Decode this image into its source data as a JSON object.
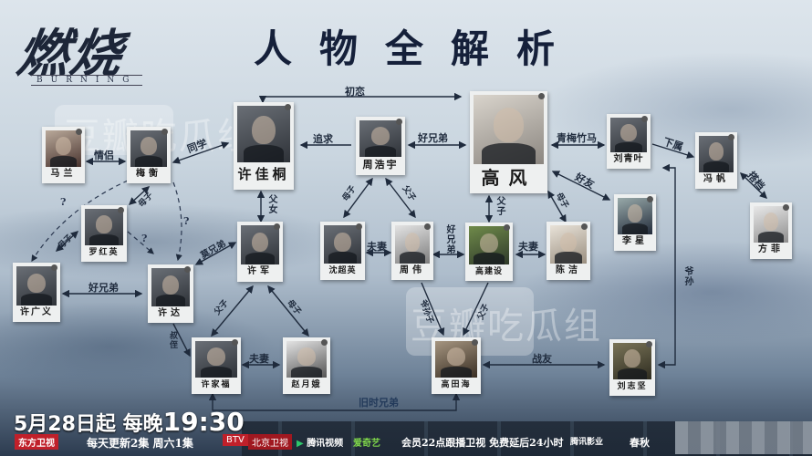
{
  "header": {
    "logo_cn": "燃烧",
    "logo_en": "BURNING",
    "title": "人物全解析"
  },
  "watermarks": [
    "豆瓣吃瓜组",
    "豆瓣吃瓜组",
    "豆瓣"
  ],
  "characters": {
    "xu_jiatong": "许佳桐",
    "zhou_haoyu": "周浩宇",
    "gao_feng": "高风",
    "liu_qingye": "刘青叶",
    "feng_fan": "冯帆",
    "fang_fei": "方菲",
    "li_xing": "李星",
    "ma_lan": "马兰",
    "mei_heng": "梅衡",
    "luo_hongying": "罗红英",
    "xu_guangyi": "许广义",
    "xu_da": "许达",
    "xu_jun": "许军",
    "shen_chaoying": "沈超英",
    "zhou_wei": "周伟",
    "gao_jianshe": "高建设",
    "chen_jie": "陈洁",
    "xu_jiafu": "许家福",
    "zhao_yuee": "赵月娥",
    "gao_tianhai": "高田海",
    "liu_zhijian": "刘志坚"
  },
  "relations": {
    "first_love": "初恋",
    "pursue": "追求",
    "good_brothers": "好兄弟",
    "childhood_sweethearts": "青梅竹马",
    "subordinate": "下属",
    "partner": "搭档",
    "good_friend": "好友",
    "lovers": "情侣",
    "classmates": "同学",
    "mother_son_a": "母子",
    "mother_son_b": "母子",
    "father_daughter": "父女",
    "father_son_a": "父子",
    "father_son_b": "父子",
    "father_son_c": "父子",
    "father_son_d": "父子",
    "mother_son_c": "母子",
    "mother_son_d": "母子",
    "husband_wife_a": "夫妻",
    "husband_wife_b": "夫妻",
    "husband_wife_c": "夫妻",
    "sworn_brothers": "莫兄弟",
    "good_brothers_b": "好兄弟",
    "good_brothers_c": "好兄弟",
    "uncle_nephew": "叔侄",
    "grandfather_grandson": "爷孙",
    "comrades": "战友",
    "old_brothers": "旧时兄弟",
    "grandfather_grandson_b": "爷孙子",
    "mother_son_e": "母子",
    "unknown": "?"
  },
  "footer": {
    "date": "5月28日起",
    "nightly": "每晚",
    "time": "19:30",
    "channel1": "东方卫视",
    "schedule": "每天更新2集 周六1集",
    "btv": "BTV",
    "btv_name": "北京卫视",
    "tencent": "腾讯视频",
    "iqiyi": "爱奇艺",
    "vip_note": "会员22点跟播卫视 免费延后24小时",
    "tencent_film": "腾讯影业",
    "chunqiu": "春秋"
  },
  "colors": {
    "title": "#15203a",
    "line": "#1f2b3d",
    "accent_red": "#c0202a"
  }
}
